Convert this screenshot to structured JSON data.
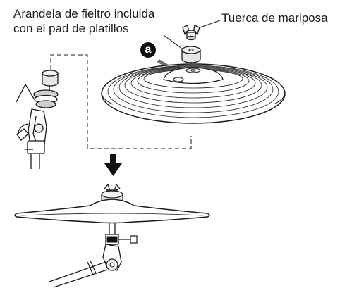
{
  "labels": {
    "felt_washer_line1": "Arandela de fieltro incluida",
    "felt_washer_line2": "con el pad de platillos",
    "wing_nut": "Tuerca de mariposa",
    "marker": "a"
  },
  "parts": [
    "felt-washer",
    "wing-nut",
    "cymbal-pad",
    "cymbal-stand-tilter",
    "assembled-cymbal"
  ],
  "colors": {
    "line": "#1a1a1a",
    "fill_light": "#f2f2f2",
    "fill_mid": "#cfcfcf",
    "marker_bg": "#111111",
    "arrow": "#6e6e6e"
  }
}
